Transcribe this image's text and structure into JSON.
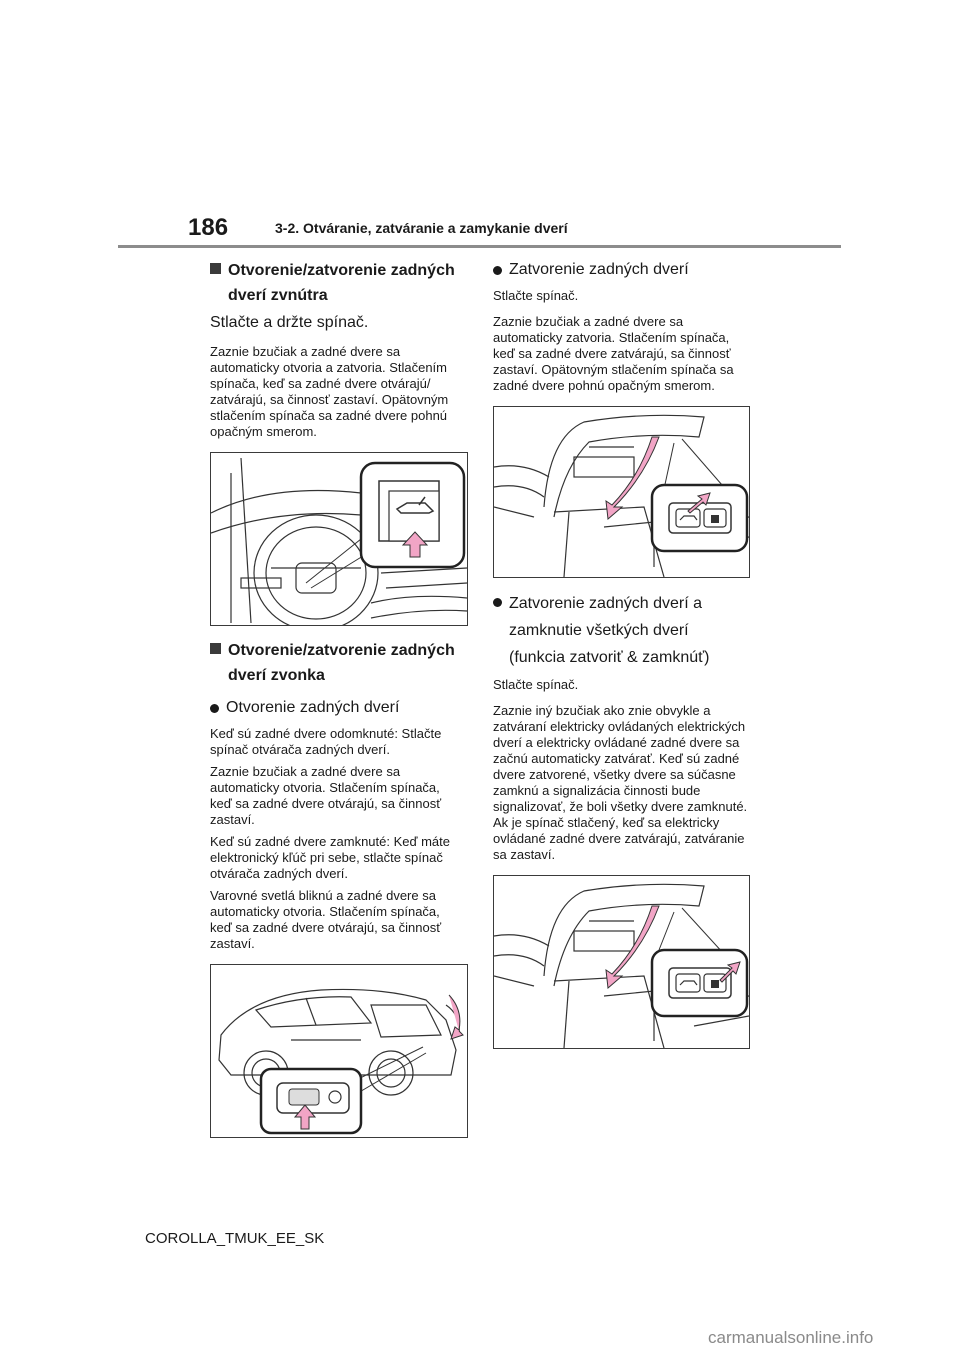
{
  "header": {
    "page_number": "186",
    "section_title": "3-2. Otváranie, zatváranie a zamykanie dverí"
  },
  "left": {
    "h1_line1": "Otvorenie/zatvorenie zadných",
    "h1_line2": "dverí zvnútra",
    "lead": "Stlačte a držte spínač.",
    "p1": "Zaznie bzučiak a zadné dvere sa automaticky otvoria a zatvoria. Stlačením spínača, keď sa zadné dvere otvárajú/ zatvárajú, sa činnosť zastaví. Opätovným stlačením spínača sa zadné dvere pohnú opačným smerom.",
    "h2_line1": "Otvorenie/zatvorenie zadných",
    "h2_line2": "dverí zvonka",
    "b1": "Otvorenie zadných dverí",
    "p2": "Keď sú zadné dvere odomknuté: Stlačte spínač otvárača zadných dverí.",
    "p3": "Zaznie bzučiak a zadné dvere sa automaticky otvoria. Stlačením spínača, keď sa zadné dvere otvárajú, sa činnosť zastaví.",
    "p4": "Keď sú zadné dvere zamknuté: Keď máte elektronický kľúč pri sebe, stlačte spínač otvárača zadných dverí.",
    "p5": "Varovné svetlá bliknú a zadné dvere sa automaticky otvoria. Stlačením spínača, keď sa zadné dvere otvárajú, sa činnosť zastaví."
  },
  "right": {
    "b1": "Zatvorenie zadných dverí",
    "p1_short": "Stlačte spínač.",
    "p1": "Zaznie bzučiak a zadné dvere sa automaticky zatvoria. Stlačením spínača, keď sa zadné dvere zatvárajú, sa činnosť zastaví. Opätovným stlačením spínača sa zadné dvere pohnú opačným smerom.",
    "b2": "Zatvorenie zadných dverí a zamknutie všetkých dverí (funkcia zatvoriť & zamknúť)",
    "p2_short": "Stlačte spínač.",
    "p2": "Zaznie iný bzučiak ako znie obvykle a zatváraní elektricky ovládaných elektrických dverí a elektricky ovládané zadné dvere sa začnú automaticky zatvárať. Keď sú zadné dvere zatvorené, všetky dvere sa súčasne zamknú a signalizácia činnosti bude signalizovať, že boli všetky dvere zamknuté. Ak je spínač stlačený, keď sa elektricky ovládané zadné dvere zatvárajú, zatváranie sa zastaví."
  },
  "footer": {
    "model_code": "COROLLA_TMUK_EE_SK",
    "watermark": "carmanualsonline.info"
  },
  "colors": {
    "arrow_pink": "#f2a5c6",
    "rule_gray": "#8c8c8c"
  }
}
